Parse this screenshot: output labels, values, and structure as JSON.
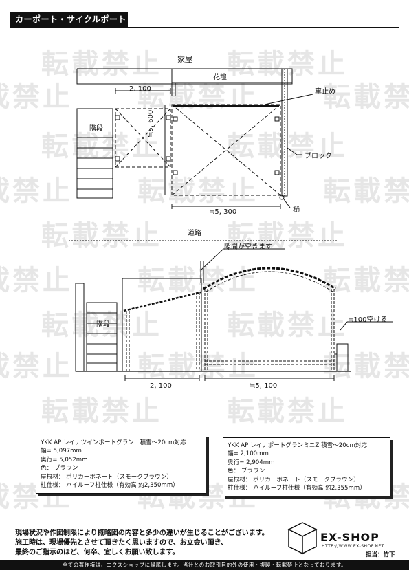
{
  "header": {
    "title": "カーポート・サイクルポート"
  },
  "watermark": {
    "text": "転載禁止"
  },
  "plan": {
    "house_label": "家屋",
    "flowerbed_label": "花壇",
    "stairs_label": "階段",
    "road_label": "道路",
    "wheel_stop_label": "車止め",
    "block_label": "ブロック",
    "gutter_label": "樋",
    "dim_cycle_width": "2, 100",
    "dim_depth": "≒5, 600",
    "dim_carport_width": "≒5, 300"
  },
  "elevation": {
    "gap_label": "隙間が空きます",
    "stairs_label": "階段",
    "clearance_label": "≒100空ける",
    "dim_cycle_width": "2, 100",
    "dim_carport_width": "≒5, 100"
  },
  "spec_left": {
    "line1": "YKK AP レイナツインポートグラン　積雪～20cm対応",
    "line2": "幅= 5,097mm",
    "line3": "奥行= 5,052mm",
    "line4": "色：  ブラウン",
    "line5": "屋根材：  ポリカーボネート（スモークブラウン）",
    "line6": "柱仕様：  ハイルーフ柱仕様（有効高  約2,350mm）"
  },
  "spec_right": {
    "line1": "YKK AP レイナポートグランミニZ  積雪～20cm対応",
    "line2": "幅= 2,100mm",
    "line3": "奥行= 2,904mm",
    "line4": "色：  ブラウン",
    "line5": "屋根材：  ポリカーボネート（スモークブラウン）",
    "line6": "柱仕様：  ハイルーフ柱仕様（有効高  約2,355mm）"
  },
  "notes": {
    "line1": "現場状況や作図制限により概略図の内容と多少の違いが生じることがございます。",
    "line2": "施工時は、現場優先とさせて頂きたく思いますので、お立会い頂き、",
    "line3": "最終のご指示のほど、何卒、宜しくお願い致します。"
  },
  "brand": {
    "name": "EX-SHOP",
    "url": "HTTP://WWW.EX-SHOP.NET",
    "person": "担当：竹下"
  },
  "footer": {
    "text": "全ての著作権は、エクスショップに帰属します。当社とのお取引目的外の使用・複製・転載禁止となっております。"
  }
}
